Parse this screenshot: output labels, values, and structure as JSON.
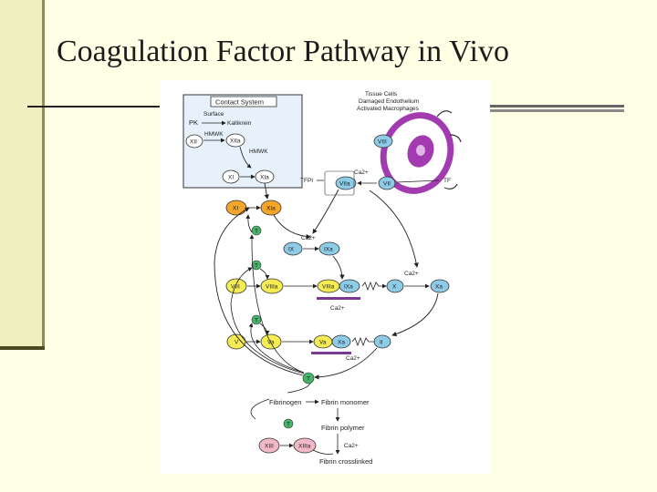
{
  "slide": {
    "title": "Coagulation Factor Pathway in Vivo"
  },
  "diagram": {
    "contact_system": {
      "label": "Contact System",
      "surface": "Surface",
      "pk": "PK",
      "kallikrein": "Kallikrein",
      "xii": "XII",
      "hmwk_1": "HMWK",
      "xiia": "XIIa",
      "hmwk_2": "HMWK",
      "xi": "XI",
      "xia": "XIa"
    },
    "tissue": {
      "line1": "Tissue Cells",
      "line2": "Damaged Endothelium",
      "line3": "Activated Macrophages",
      "viii": "VIII",
      "vii": "VII",
      "tf": "TF",
      "tfpi": "TFPI",
      "ca": "Ca2+",
      "viia": "VIIa"
    },
    "nodes": {
      "xi": "XI",
      "xia": "XIa",
      "t1": "T",
      "ix": "IX",
      "ixa_1": "IXa",
      "ca_ix": "Ca2+",
      "t2": "T",
      "viii": "VIII",
      "viiia_1": "VIIIa",
      "viiia_2": "VIIIa",
      "ixa_2": "IXa",
      "x": "X",
      "ca_x": "Ca2+",
      "xa_1": "Xa",
      "ca_tenase": "Ca2+",
      "t3": "T",
      "v": "V",
      "va_1": "Va",
      "va_2": "Va",
      "xa_2": "Xa",
      "ii": "II",
      "ca_pro": "Ca2+",
      "t4": "T",
      "fibrinogen": "Fibrinogen",
      "fibrin_monomer": "Fibrin monomer",
      "t5": "T",
      "fibrin_polymer": "Fibrin polymer",
      "xiii": "XIII",
      "xiiia": "XIIIa",
      "ca_fib": "Ca2+",
      "fibrin_crosslinked": "Fibrin crosslinked"
    },
    "colors": {
      "blue": "#8ecbe6",
      "orange": "#f4a62a",
      "yellow": "#f4ec52",
      "green": "#46b56a",
      "pink": "#f3b8c8",
      "purple": "#a23ab0",
      "membrane": "#7a3a94"
    }
  }
}
